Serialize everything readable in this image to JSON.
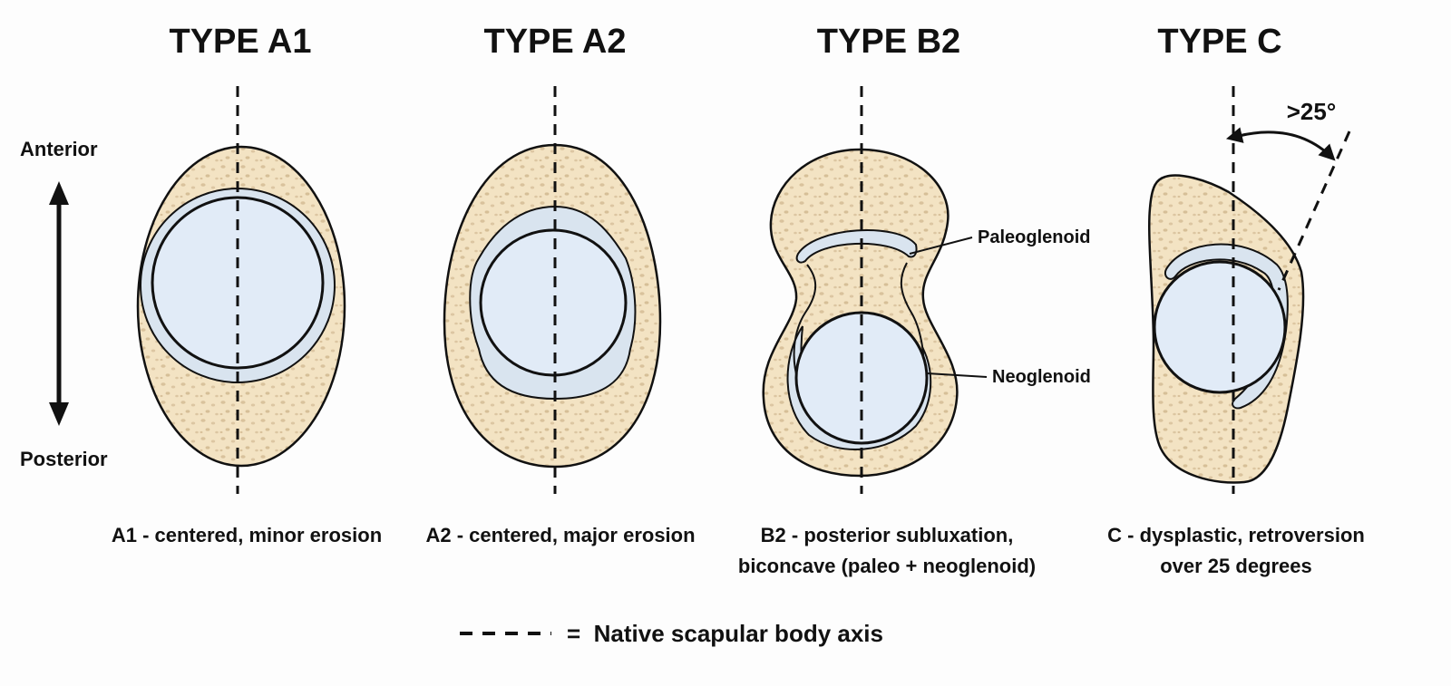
{
  "titles": {
    "a1": "TYPE A1",
    "a2": "TYPE A2",
    "b2": "TYPE B2",
    "c": "TYPE C"
  },
  "side_labels": {
    "anterior": "Anterior",
    "posterior": "Posterior"
  },
  "callouts": {
    "paleoglenoid": "Paleoglenoid",
    "neoglenoid": "Neoglenoid",
    "angle": ">25°"
  },
  "captions": {
    "a1": "A1 - centered, minor erosion",
    "a2": "A2 - centered, major erosion",
    "b2_line1": "B2 - posterior subluxation,",
    "b2_line2": "biconcave (paleo + neoglenoid)",
    "c_line1": "C - dysplastic, retroversion",
    "c_line2": "over 25 degrees"
  },
  "legend": {
    "text": "=  Native scapular body axis"
  },
  "colors": {
    "bone_fill": "#f3e3c3",
    "bone_speckle": "#d9c29c",
    "humeral_head": "#e1ebf7",
    "cartilage": "#d9e4ef",
    "outline": "#111111"
  }
}
